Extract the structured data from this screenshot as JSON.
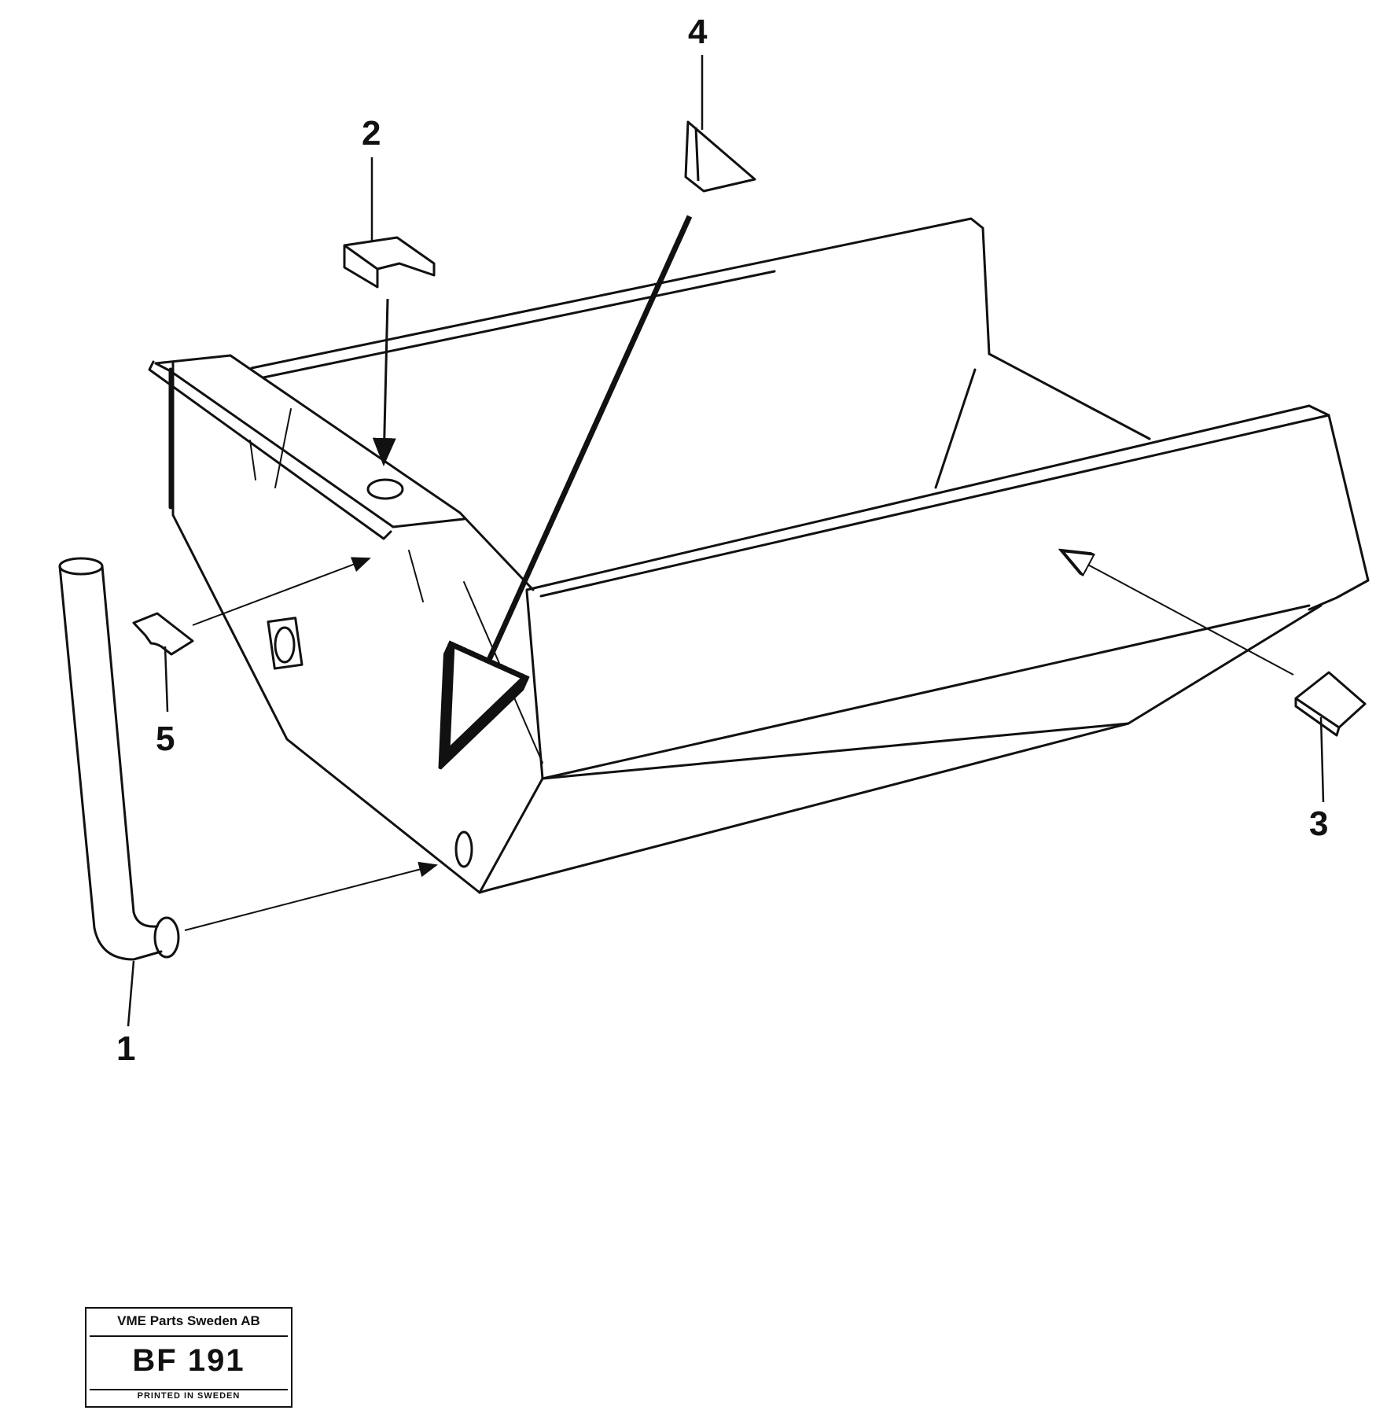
{
  "callouts": {
    "part_1": "1",
    "part_2": "2",
    "part_3": "3",
    "part_4": "4",
    "part_5": "5"
  },
  "title_block": {
    "company": "VME Parts Sweden AB",
    "drawing_number": "BF 191",
    "printed": "PRINTED IN SWEDEN"
  },
  "colors": {
    "ink": "#111111",
    "paper": "#ffffff"
  }
}
